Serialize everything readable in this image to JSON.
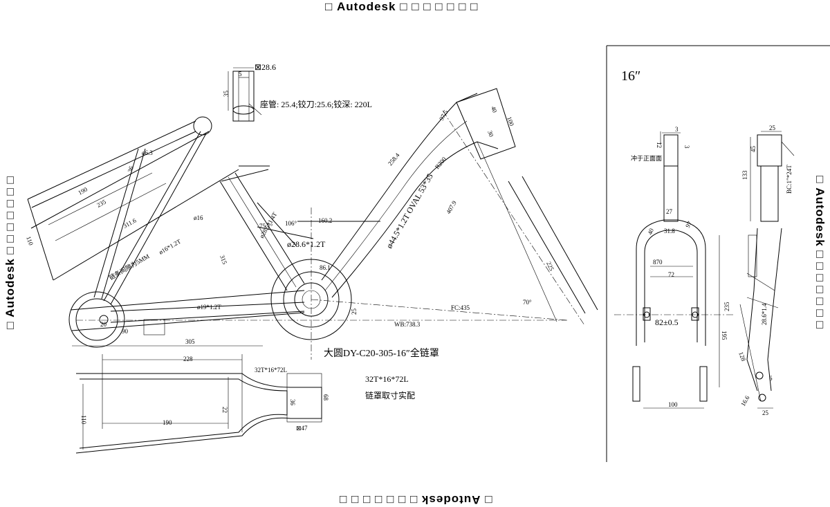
{
  "watermark": {
    "glyph": "□",
    "word": "Autodesk",
    "top_suffix": "□ □ □ □ □ □ □"
  },
  "frame": {
    "seatpost_spec": "座管: 25.4;铰刀:25.6;铰深: 220L",
    "seat_tube_dia": "⊠28.6",
    "dims": {
      "d110": "110",
      "d190": "190",
      "d235": "235",
      "d311_6": "311.6",
      "d305": "305",
      "d228": "228",
      "d190b": "190",
      "d110b": "110",
      "d68": "68",
      "d47": "⊠47",
      "d36": "36",
      "d22": "22",
      "d160_2": "160.2",
      "d258_4": "258.4",
      "d407_9": "407.9",
      "d225": "225",
      "d100": "100",
      "d40": "40",
      "d30": "30",
      "d97_5": "97.5",
      "d86_1": "86.1",
      "d25": "25",
      "d35": "35",
      "d5": "5",
      "r200": "R200",
      "a70": "70°",
      "a106": "106°",
      "a75": "75.7°",
      "phi16": "ø16",
      "phi6_3": "ø6.3",
      "d315": "315",
      "t1": "ø28.6*1.2T",
      "t2": "ø44.5*1.2T OVAL 53*35",
      "t3": "ø19*1.2T",
      "t4": "ø16*1.2T",
      "t5": "ø28.5*1.4T",
      "fc": "FC:435",
      "wb": "WB:738.3",
      "chain_note": "链条间隙为5MM"
    },
    "guard_title": "大圆DY-C20-305-16″全链罩",
    "guard_spec1": "32T*16*72L",
    "guard_spec2": "32T*16*72L",
    "guard_note": "链罩取寸实配"
  },
  "fork": {
    "size_label": "16″",
    "note": "冲于正面面",
    "dims": {
      "d3": "3",
      "d12": "12",
      "d3b": "3",
      "d27": "27",
      "d31_8": "31.8",
      "d40": "40",
      "d97": "97",
      "d72": "72",
      "d82": "82±0.5",
      "d195": "195",
      "d100": "100",
      "d870": "870",
      "d25": "25",
      "d45": "45",
      "d133": "133",
      "bc": "BC:1″*24T",
      "d235": "235",
      "d128": "128",
      "d28_6": "28.6*1.4",
      "d16_6": "16.6",
      "d25b": "25",
      "d6": "6"
    }
  }
}
